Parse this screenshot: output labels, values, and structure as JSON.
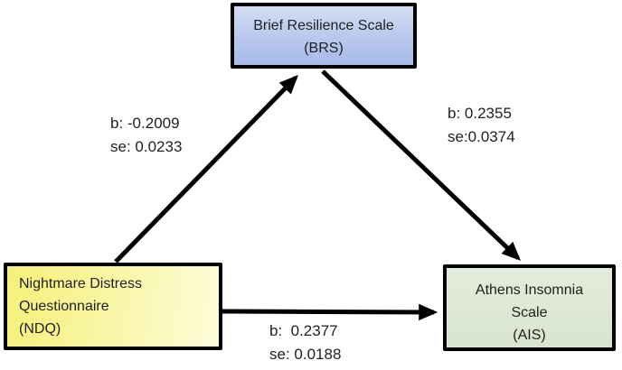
{
  "nodes": {
    "brs": {
      "lines": [
        "Brief Resilience Scale",
        "(BRS)"
      ],
      "fill_top": "#d4ddf4",
      "fill_bottom": "#a7bae8"
    },
    "ndq": {
      "lines": [
        "Nightmare Distress",
        "Questionnaire",
        "(NDQ)"
      ],
      "fill_left": "#f6f178",
      "fill_right": "#fdfcda"
    },
    "ais": {
      "lines": [
        "Athens Insomnia",
        "Scale",
        "(AIS)"
      ],
      "fill": "#dde8d4"
    }
  },
  "paths": {
    "ndq_to_brs": {
      "label_lines": [
        "b: -0.2009",
        "se: 0.0233"
      ]
    },
    "brs_to_ais": {
      "label_lines": [
        "b: 0.2355",
        "se:0.0374"
      ]
    },
    "ndq_to_ais": {
      "label_lines": [
        "b:  0.2377",
        "se: 0.0188"
      ]
    }
  },
  "colors": {
    "background": "#ffffff",
    "arrow": "#000000",
    "node_border": "#000000",
    "text": "#1f1f1f"
  }
}
